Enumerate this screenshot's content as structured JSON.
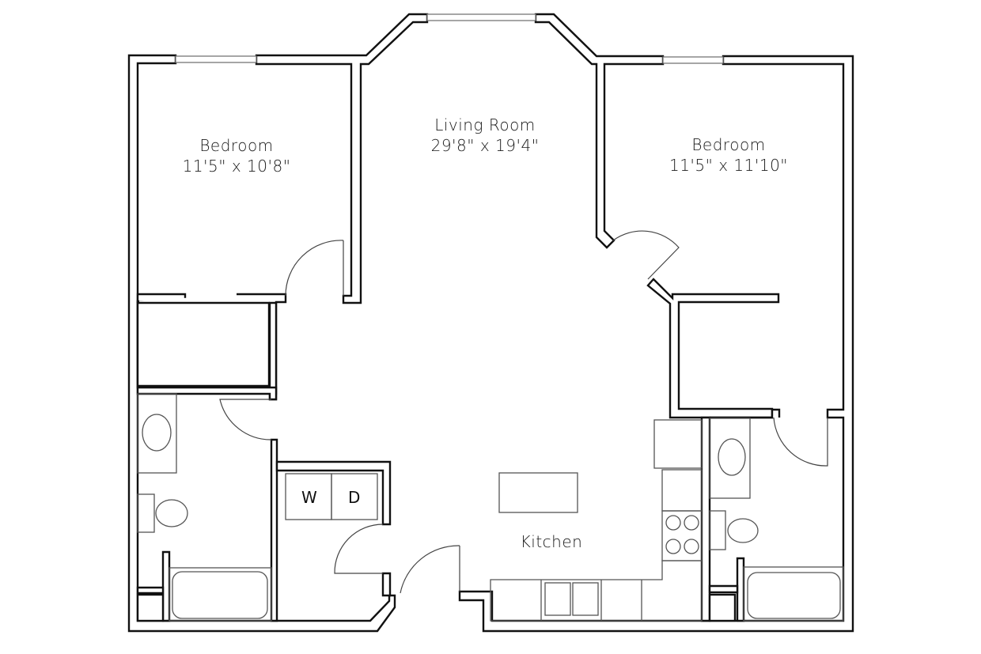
{
  "plan": {
    "rooms": [
      {
        "id": "bedroom-1",
        "name": "Bedroom",
        "dimensions": "11'5\" x 10'8\""
      },
      {
        "id": "living-room",
        "name": "Living Room",
        "dimensions": "29'8\" x 19'4\""
      },
      {
        "id": "bedroom-2",
        "name": "Bedroom",
        "dimensions": "11'5\" x 11'10\""
      },
      {
        "id": "kitchen",
        "name": "Kitchen"
      }
    ],
    "appliances": {
      "washer": "W",
      "dryer": "D"
    },
    "colors": {
      "wall_stroke": "#111111",
      "fixture_stroke": "#555555",
      "background": "#ffffff"
    }
  }
}
